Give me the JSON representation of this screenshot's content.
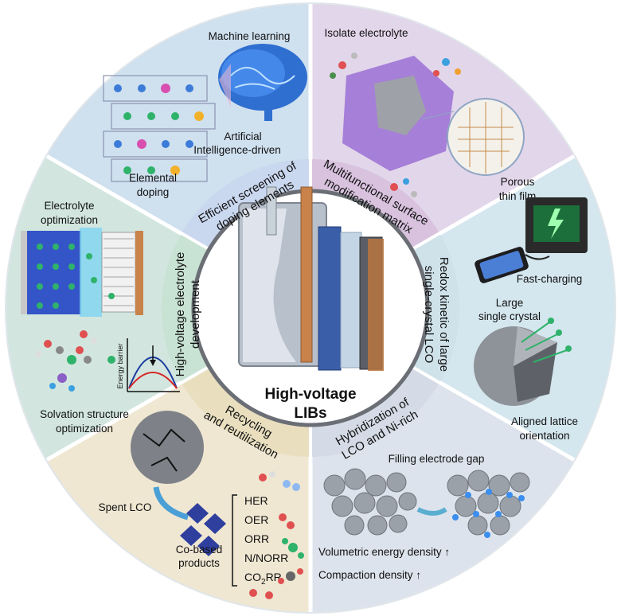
{
  "center": {
    "line1": "High-voltage",
    "line2": "LIBs"
  },
  "bands": {
    "doping": [
      "Efficient screening of",
      "doping elements"
    ],
    "surface": [
      "Multifunctional surface",
      "modification matrix"
    ],
    "redox": [
      "Redox kinetic of large",
      "single-crystal LCO"
    ],
    "hybrid": [
      "Hybridization of",
      "LCO and Ni-rich"
    ],
    "recycling": [
      "Recycling",
      "and reutilization"
    ],
    "electrolyte": [
      "High-voltage electrolyte",
      "development"
    ]
  },
  "labels": {
    "machine_learning": "Machine learning",
    "ai_driven_1": "Artificial",
    "ai_driven_2": "Intelligence-driven",
    "elemental_1": "Elemental",
    "elemental_2": "doping",
    "isolate": "Isolate electrolyte",
    "porous_1": "Porous",
    "porous_2": "thin film",
    "fast_charging": "Fast-charging",
    "large_1": "Large",
    "large_2": "single crystal",
    "aligned_1": "Aligned lattice",
    "aligned_2": "orientation",
    "filling": "Filling electrode gap",
    "volumetric": "Volumetric energy density ↑",
    "compaction": "Compaction density ↑",
    "spent": "Spent LCO",
    "cobased_1": "Co-based",
    "cobased_2": "products",
    "electrolyte_opt": "Electrolyte",
    "electrolyte_opt_2": "optimization",
    "solvation_1": "Solvation structure",
    "solvation_2": "optimization",
    "energy_barrier": "Energy barrier"
  },
  "reactions": [
    "HER",
    "OER",
    "ORR",
    "N/NORR",
    "CO2RR"
  ],
  "colors": {
    "sector_top_left": "#cfe0ef",
    "sector_top_right": "#e2d6ea",
    "sector_right": "#d4e6ee",
    "sector_bottom_right": "#dde3ec",
    "sector_bottom_left": "#efe7d2",
    "sector_left": "#d2e6df",
    "band_doping": "#c9d7ef",
    "band_surface": "#d8c2de",
    "band_redox": "#cfe2ea",
    "band_hybrid": "#d5dbe6",
    "band_recycling": "#e9dfbf",
    "band_electrolyte": "#c8e2d4"
  },
  "icons": [
    "brain-icon",
    "crystal-lattice-icon",
    "porous-particle-icon",
    "battery-cell-icon",
    "phone-charger-icon",
    "single-crystal-icon",
    "electrode-particles-icon",
    "spent-particle-icon",
    "octahedra-icon",
    "molecule-icon",
    "energy-barrier-plot-icon"
  ]
}
